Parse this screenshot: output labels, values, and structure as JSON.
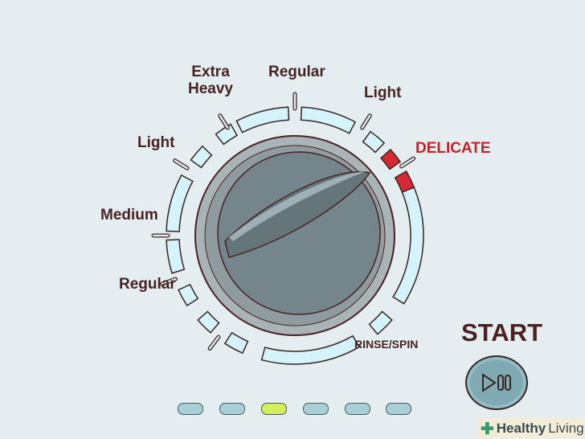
{
  "labels": {
    "extra_heavy_1": "Extra",
    "extra_heavy_2": "Heavy",
    "regular_top": "Regular",
    "light_right": "Light",
    "delicate": "DELICATE",
    "light_left": "Light",
    "medium": "Medium",
    "regular_left": "Regular",
    "rinse_spin": "RINSE/SPIN"
  },
  "start_label": "START",
  "indicator_lights": [
    {
      "state": "off"
    },
    {
      "state": "off"
    },
    {
      "state": "on"
    },
    {
      "state": "off"
    },
    {
      "state": "off"
    },
    {
      "state": "off"
    }
  ],
  "colors": {
    "segment": "#d4f3fb",
    "selected": "#d52a35",
    "light_on": "#d3ef5a",
    "light_off": "#a9cfd6",
    "knob": "#74868c"
  },
  "brand": {
    "strong": "Healthy",
    "rest": "Living"
  }
}
